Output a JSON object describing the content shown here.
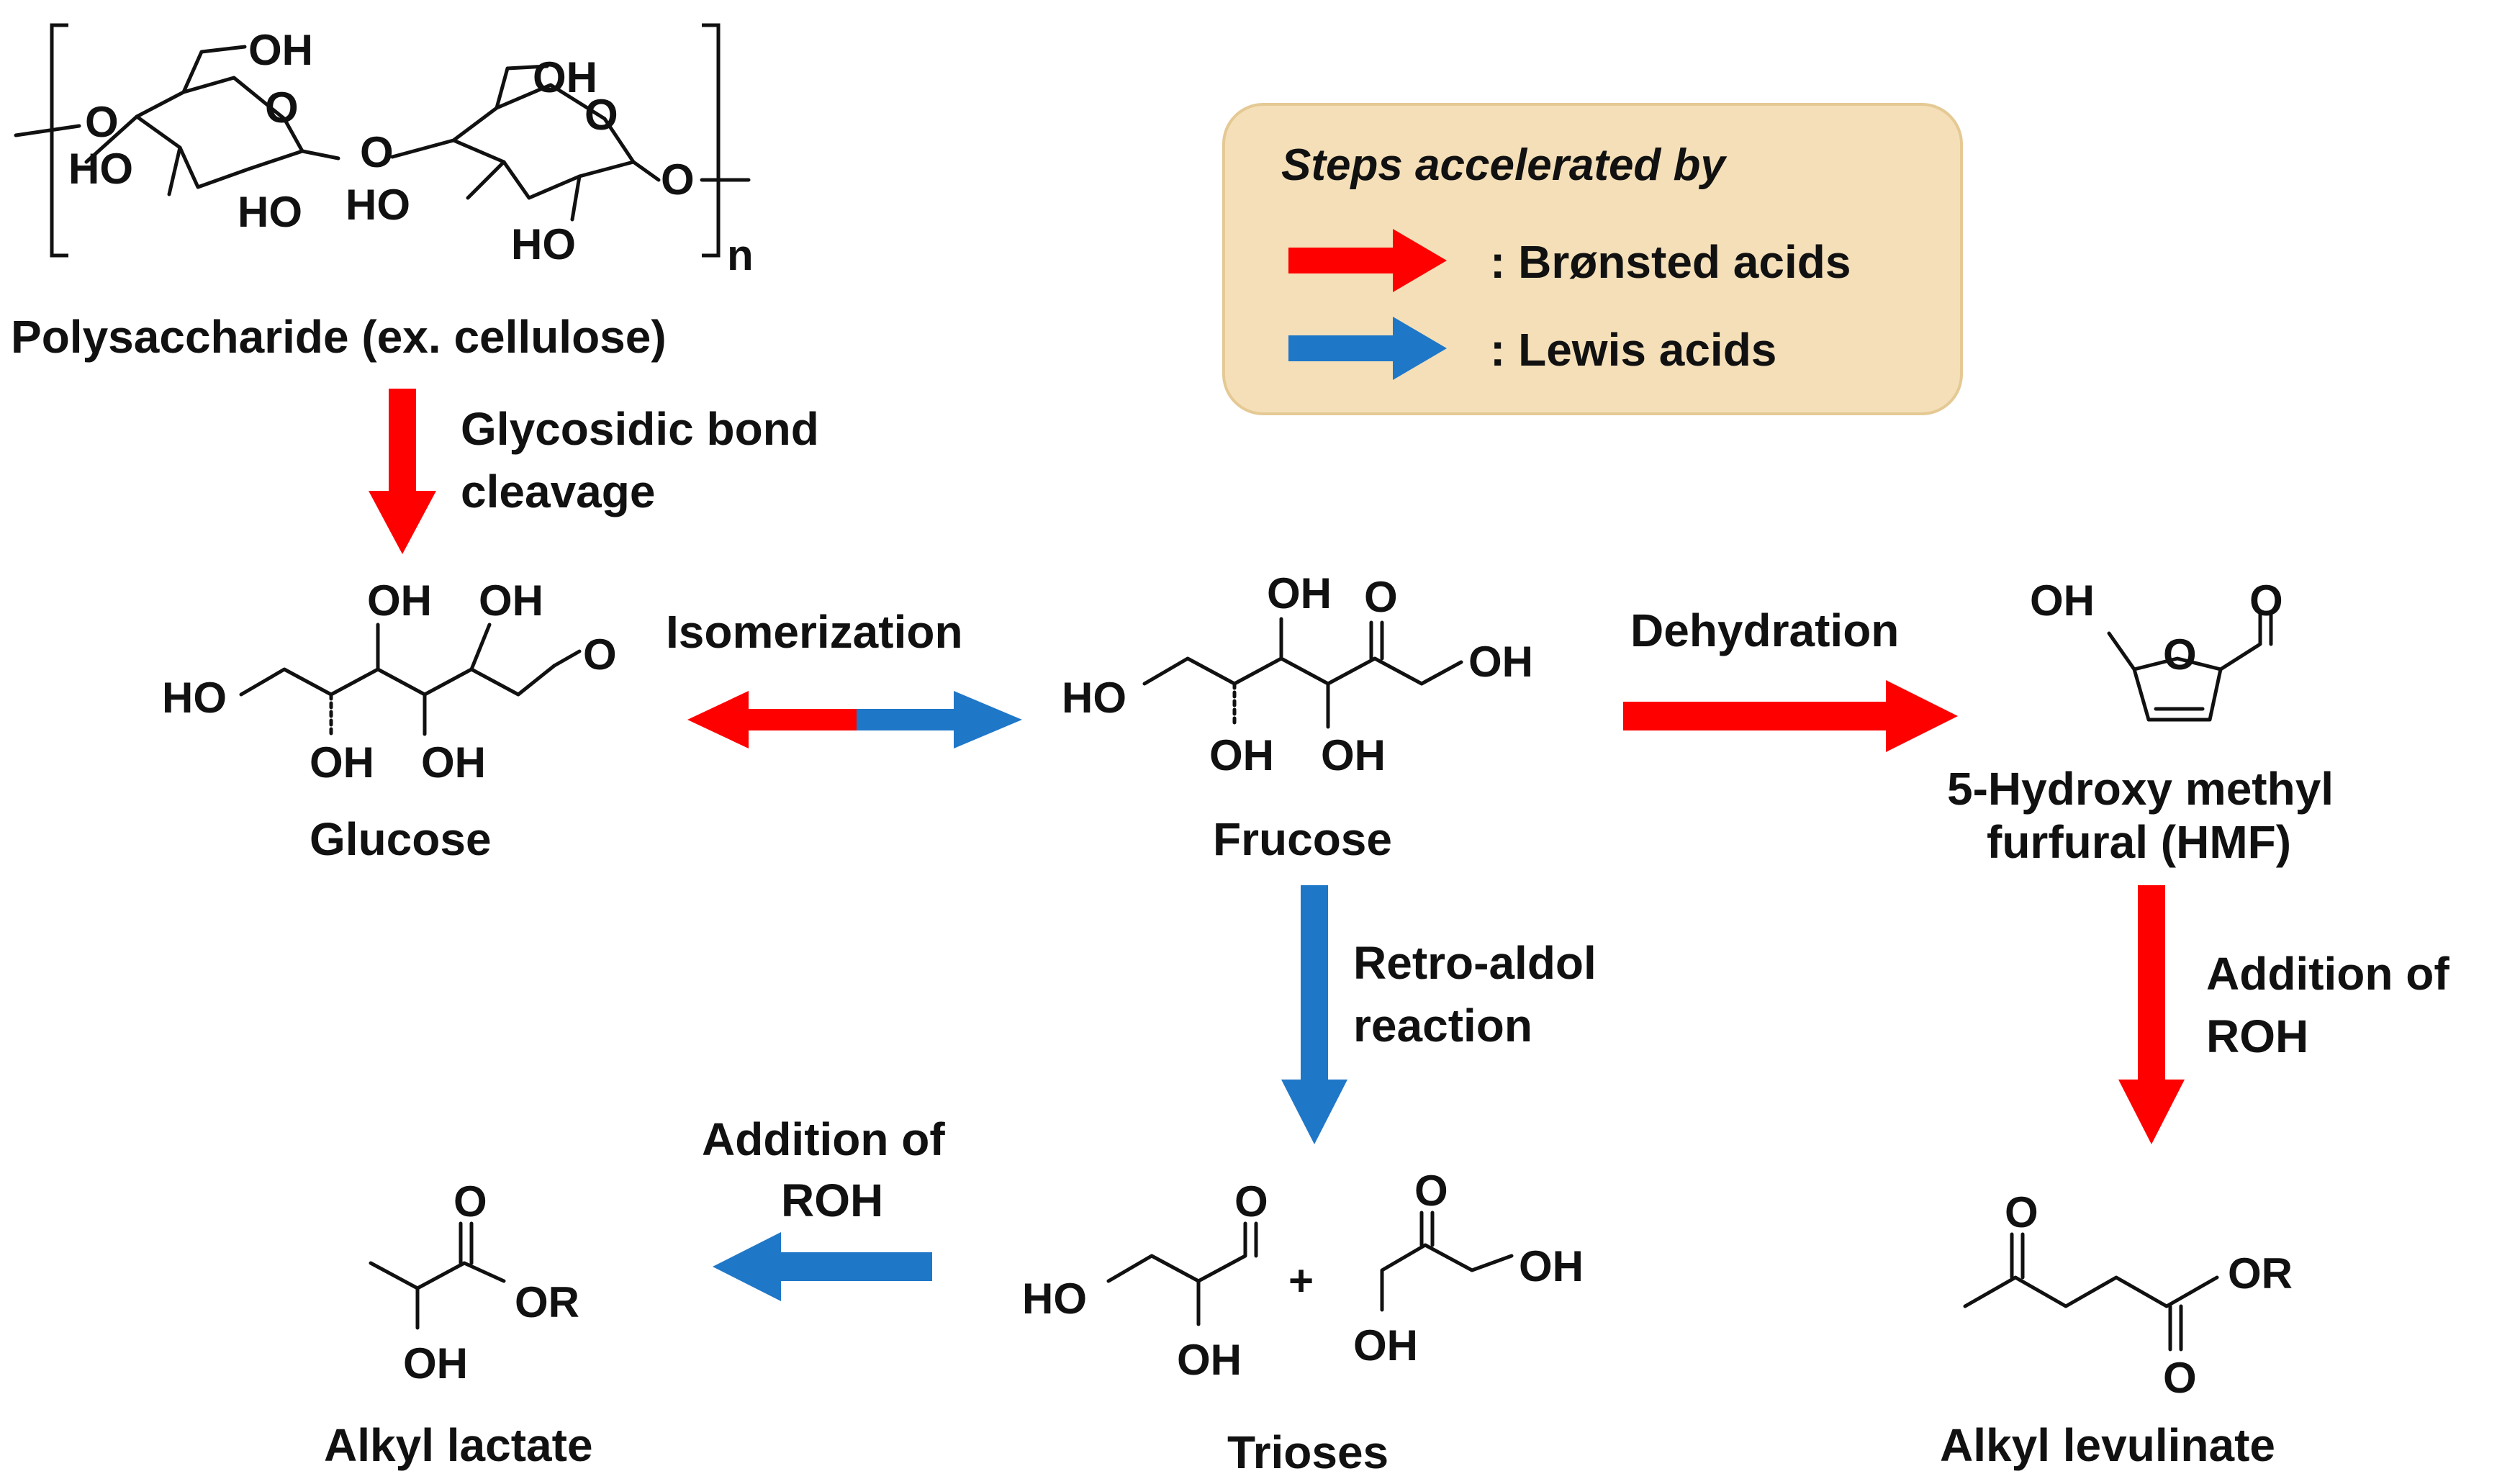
{
  "colors": {
    "bronsted": "#ff0000",
    "lewis": "#1f77c8",
    "legend_bg": "#f4dfb8",
    "ink": "#111111"
  },
  "legend": {
    "title": "Steps accelerated by",
    "bronsted_label": ": Brønsted acids",
    "lewis_label": ": Lewis acids"
  },
  "compounds": {
    "polysaccharide": {
      "name": "Polysaccharide (ex. cellulose)",
      "atoms": {
        "oh_top1": "OH",
        "oh_top2": "OH",
        "ho_left1": "HO",
        "ho_mid1": "HO",
        "ho_left2": "HO",
        "ho_mid2": "HO",
        "o_left": "O",
        "o_link": "O",
        "o_right": "O",
        "o_ring1": "O",
        "o_ring2": "O",
        "repeat": "n"
      }
    },
    "glucose": {
      "name": "Glucose",
      "atoms": {
        "oh1": "OH",
        "oh2": "OH",
        "oh3": "OH",
        "oh4": "OH",
        "ho": "HO",
        "o": "O"
      }
    },
    "fructose": {
      "name": "Frucose",
      "atoms": {
        "oh1": "OH",
        "o": "O",
        "oh_end": "OH",
        "ho": "HO",
        "oh3": "OH",
        "oh4": "OH"
      }
    },
    "hmf": {
      "name_line1": "5-Hydroxy methyl",
      "name_line2": "furfural (HMF)",
      "atoms": {
        "oh": "OH",
        "o_ring": "O",
        "o_ald": "O"
      }
    },
    "trioses": {
      "name": "Trioses",
      "plus": "+",
      "atoms": {
        "o1": "O",
        "ho": "HO",
        "oh1": "OH",
        "o2": "O",
        "oh2": "OH",
        "oh3": "OH"
      }
    },
    "alkyl_lactate": {
      "name": "Alkyl lactate",
      "atoms": {
        "o": "O",
        "or": "OR",
        "oh": "OH"
      }
    },
    "alkyl_levulinate": {
      "name": "Alkyl levulinate",
      "atoms": {
        "o1": "O",
        "or": "OR",
        "o2": "O"
      }
    }
  },
  "steps": {
    "glycosidic_line1": "Glycosidic bond",
    "glycosidic_line2": "cleavage",
    "isomerization": "Isomerization",
    "dehydration": "Dehydration",
    "retro_aldol_line1": "Retro-aldol",
    "retro_aldol_line2": "reaction",
    "addition_left_line1": "Addition of",
    "addition_left_line2": "ROH",
    "addition_right_line1": "Addition of",
    "addition_right_line2": "ROH"
  }
}
